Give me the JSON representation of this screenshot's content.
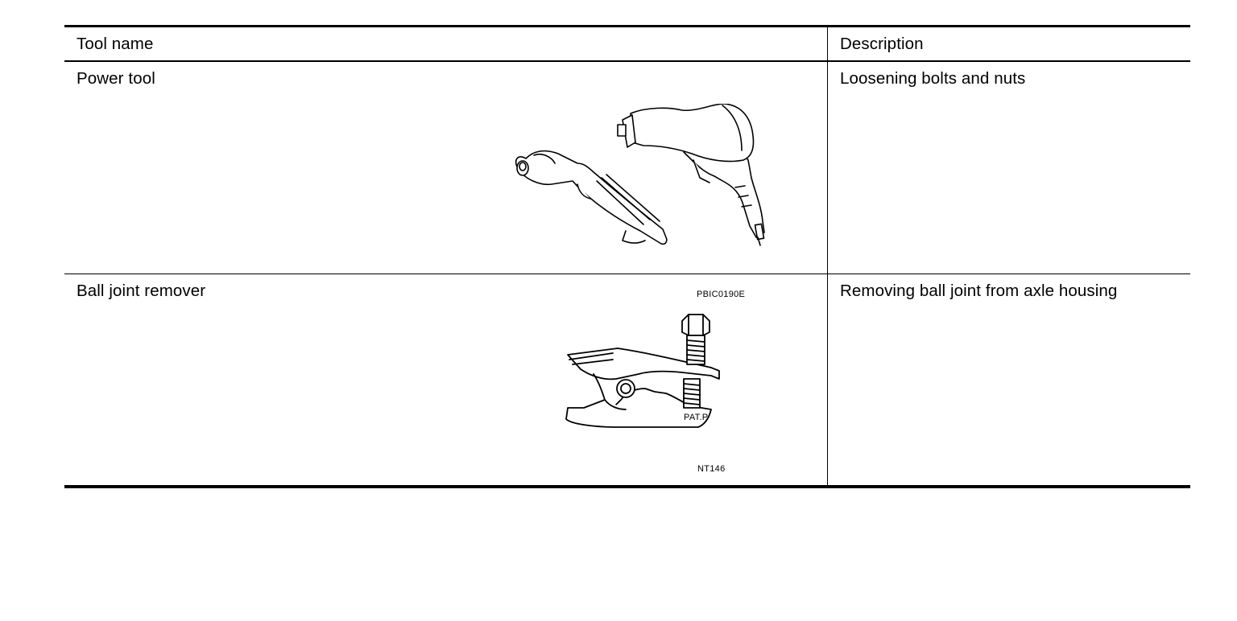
{
  "table": {
    "header": {
      "tool_name": "Tool name",
      "description": "Description"
    },
    "rows": [
      {
        "tool_name": "Power tool",
        "description": "Loosening bolts and nuts",
        "figure": {
          "icon": "power-tools-illustration",
          "code": "PBIC0190E"
        }
      },
      {
        "tool_name": "Ball joint remover",
        "description": "Removing ball joint from axle housing",
        "figure": {
          "icon": "ball-joint-remover-illustration",
          "code": "NT146",
          "stamp": "PAT.P"
        }
      }
    ]
  }
}
